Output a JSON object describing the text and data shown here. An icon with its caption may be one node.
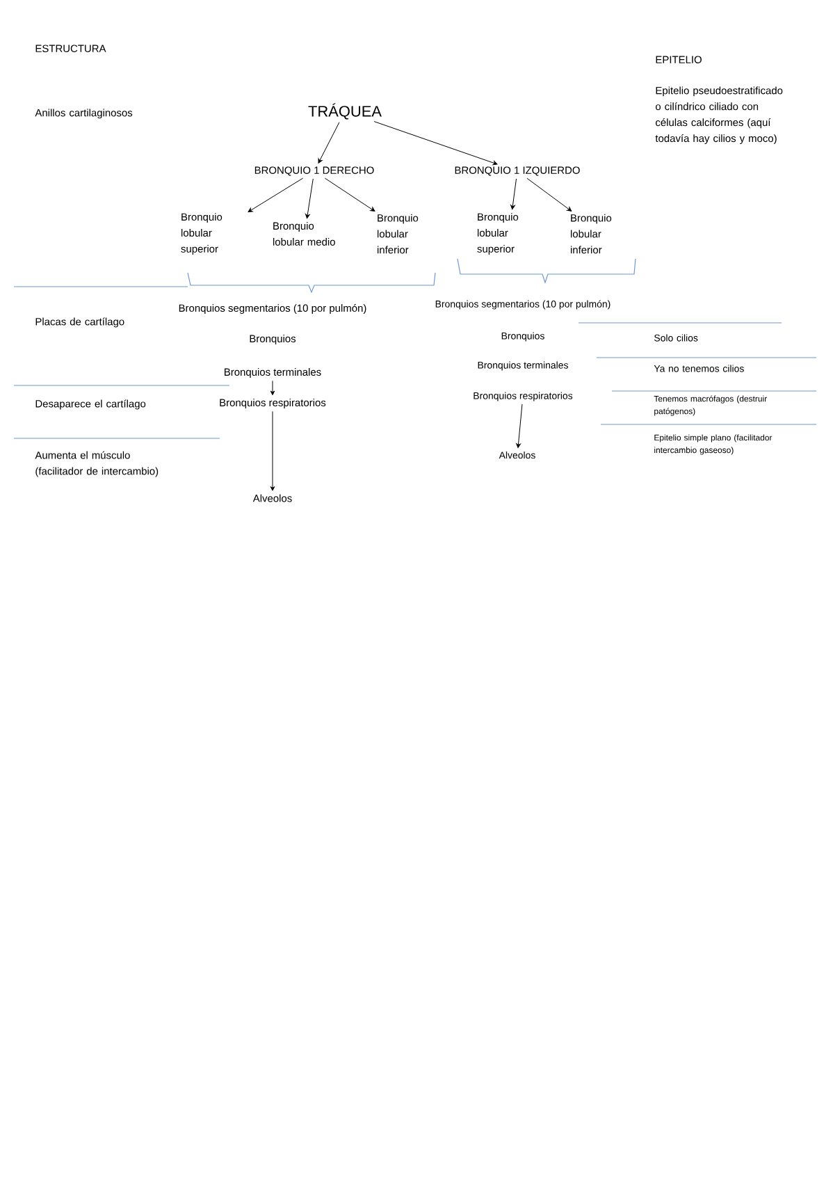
{
  "diagram": {
    "nodes": [
      {
        "text": [
          "TRÁQUEA"
        ]
      },
      {
        "text": [
          "BRONQUIO 1 DERECHO"
        ]
      },
      {
        "text": [
          "BRONQUIO 1 IZQUIERDO"
        ]
      },
      {
        "text": [
          "Bronquio lobular superior"
        ]
      },
      {
        "text": [
          "Bronquio lobular medio"
        ]
      },
      {
        "text": [
          "Bronquio lobular inferior"
        ]
      },
      {
        "text": [
          "Bronquio lobular superior"
        ]
      },
      {
        "text": [
          "Bronquio lobular inferior"
        ]
      },
      {
        "text": [
          "Bronquios segmentarios (10 por pulmón)"
        ]
      },
      {
        "text": [
          "Bronquios"
        ]
      },
      {
        "text": [
          "Bronquios terminales"
        ]
      },
      {
        "text": [
          "Bronquios respiratorios"
        ]
      },
      {
        "text": [
          "Alveolos"
        ]
      },
      {
        "text": [
          "Bronquios segmentarios (10 por pulmón)"
        ]
      },
      {
        "text": [
          "Bronquios"
        ]
      },
      {
        "text": [
          "Bronquios terminales"
        ]
      },
      {
        "text": [
          "Bronquios respiratorios"
        ]
      },
      {
        "text": [
          "Alveolos"
        ]
      }
    ],
    "edges": [
      {
        "from": 0,
        "to": 1,
        "arrow": "to"
      },
      {
        "from": 0,
        "to": 2,
        "arrow": "to"
      },
      {
        "from": 1,
        "to": 3,
        "arrow": "to"
      },
      {
        "from": 1,
        "to": 4,
        "arrow": "to"
      },
      {
        "from": 1,
        "to": 5,
        "arrow": "to"
      },
      {
        "from": 2,
        "to": 6,
        "arrow": "to"
      },
      {
        "from": 2,
        "to": 7,
        "arrow": "to"
      },
      {
        "from": 10,
        "to": 11,
        "arrow": "to"
      },
      {
        "from": 11,
        "to": 12,
        "arrow": "to"
      },
      {
        "from": 16,
        "to": 17,
        "arrow": "to"
      }
    ],
    "labels": [
      "ESTRUCTURA",
      "EPITELIO",
      "Anillos cartilaginosos",
      "Epitelio pseudoestratificado o cilíndrico ciliado con células calciformes (aquí todavía hay cilios y moco)",
      "Placas de cartílago",
      "Desaparece el cartílago",
      "Aumenta el músculo (facilitador de intercambio)",
      "Solo cilios",
      "Ya no tenemos cilios",
      "Tenemos macrófagos (destruir patógenos)",
      "Epitelio simple plano (facilitador intercambio gaseoso)"
    ]
  }
}
